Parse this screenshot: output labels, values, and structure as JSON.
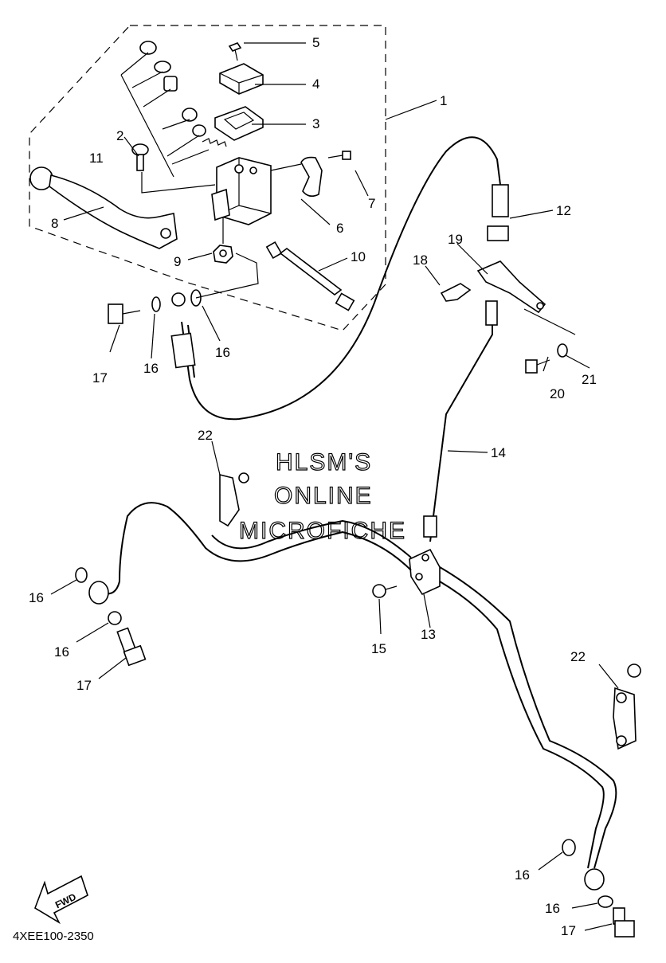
{
  "watermark": {
    "line1": "HLSM'S",
    "line2": "ONLINE",
    "line3": "MICROFICHE"
  },
  "diagram_code": "4XEE100-2350",
  "fwd_label": "FWD",
  "callouts": [
    "1",
    "2",
    "3",
    "4",
    "5",
    "6",
    "7",
    "8",
    "9",
    "10",
    "11",
    "12",
    "13",
    "14",
    "15",
    "16",
    "16",
    "16",
    "16",
    "16",
    "16",
    "17",
    "17",
    "17",
    "18",
    "19",
    "20",
    "21",
    "22",
    "22"
  ]
}
